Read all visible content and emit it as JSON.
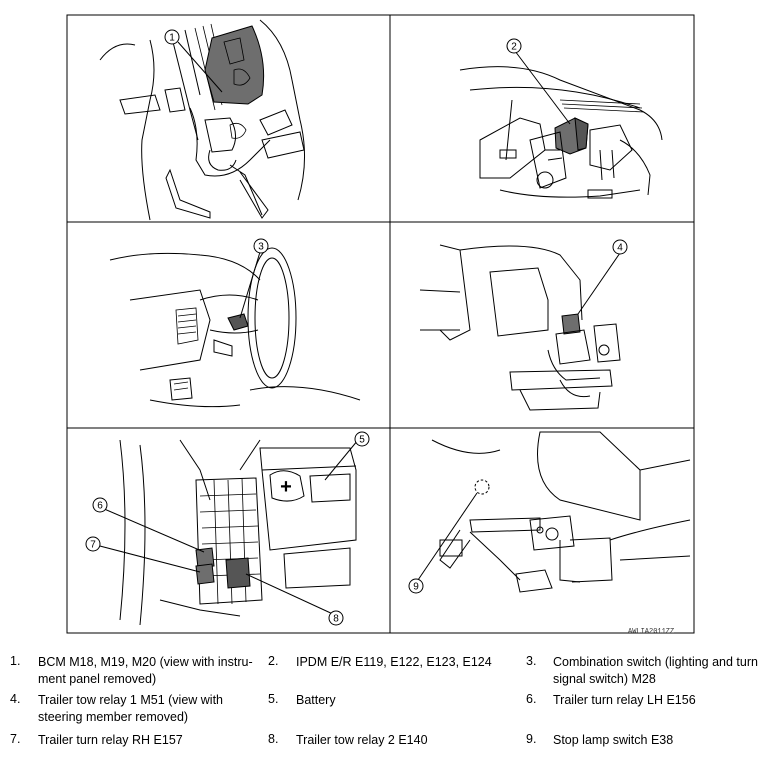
{
  "figure_code": "AWLIA2011ZZ",
  "callouts": [
    "1",
    "2",
    "3",
    "4",
    "5",
    "6",
    "7",
    "8",
    "9"
  ],
  "battery_symbol": "+",
  "legend": [
    {
      "num": "1.",
      "text": "BCM M18, M19, M20 (view with instru-\nment panel removed)"
    },
    {
      "num": "2.",
      "text": "IPDM E/R E119, E122, E123, E124"
    },
    {
      "num": "3.",
      "text": "Combination switch (lighting and turn\nsignal switch) M28"
    },
    {
      "num": "4.",
      "text": "Trailer tow relay 1 M51 (view with\nsteering member removed)"
    },
    {
      "num": "5.",
      "text": "Battery"
    },
    {
      "num": "6.",
      "text": "Trailer turn relay LH E156"
    },
    {
      "num": "7.",
      "text": "Trailer turn relay RH E157"
    },
    {
      "num": "8.",
      "text": "Trailer tow relay 2 E140"
    },
    {
      "num": "9.",
      "text": "Stop lamp switch E38"
    }
  ]
}
